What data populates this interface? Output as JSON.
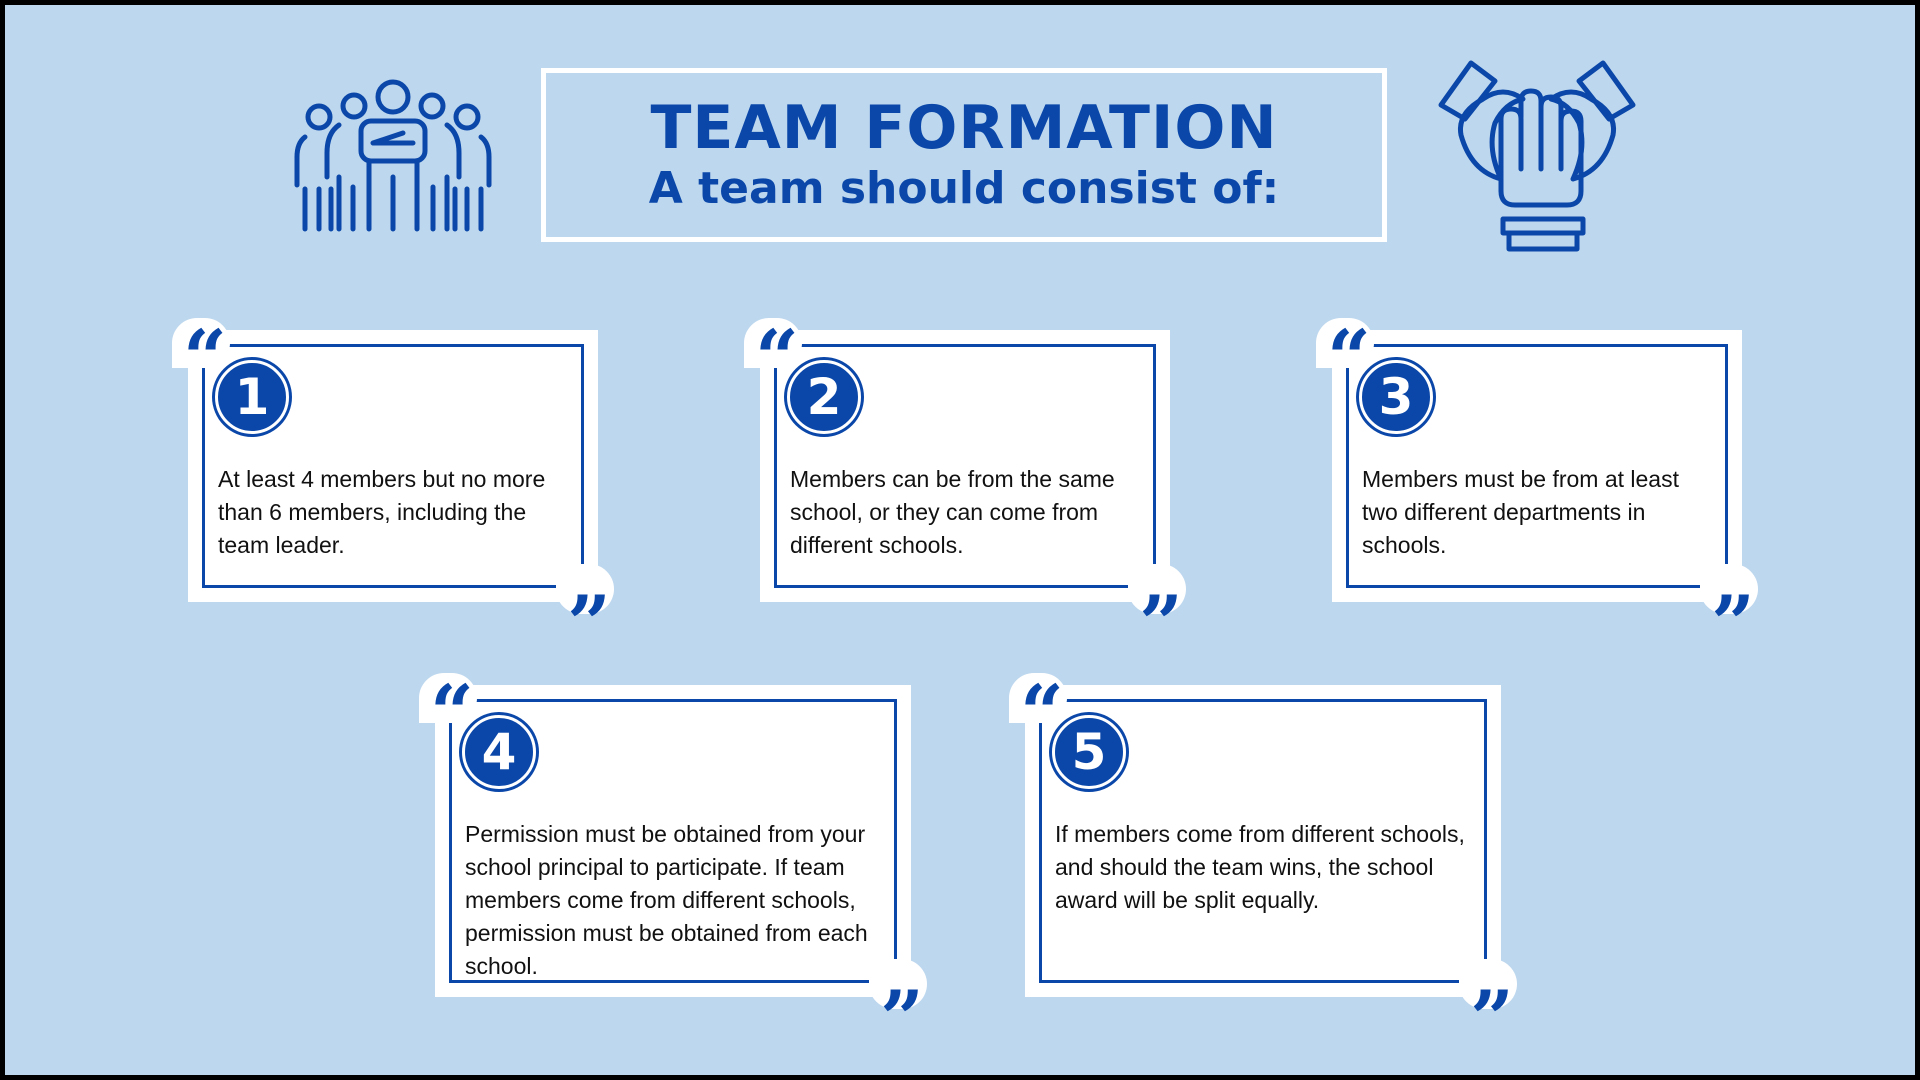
{
  "header": {
    "title": "TEAM FORMATION",
    "subtitle": "A team should consist of:",
    "left_icon": "team-group-icon",
    "right_icon": "hands-together-icon"
  },
  "colors": {
    "accent": "#0a47a9",
    "background": "#bdd7ee",
    "card": "#ffffff",
    "border": "#000000"
  },
  "cards": [
    {
      "number": "1",
      "text": "At least 4 members but no more than 6 members, including the team leader."
    },
    {
      "number": "2",
      "text": "Members can be from the same school, or they can come from different schools."
    },
    {
      "number": "3",
      "text": "Members must be from at least two different departments in schools."
    },
    {
      "number": "4",
      "text": "Permission must be obtained from your school principal to participate. If team members come from different schools, permission must be obtained from each school."
    },
    {
      "number": "5",
      "text": "If members come from different schools, and should the team wins, the school award will be split equally."
    }
  ],
  "quote_marks": {
    "open": "“",
    "close": "”"
  }
}
